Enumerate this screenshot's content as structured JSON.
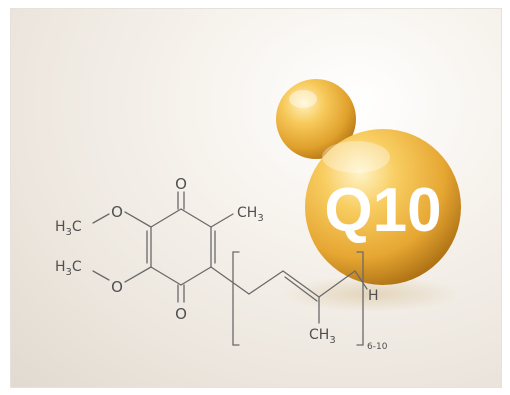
{
  "badge": {
    "text": "Q10"
  },
  "molecule": {
    "carbonyl_top": "O",
    "carbonyl_bottom": "O",
    "methoxy_top_carbon": "H",
    "methoxy_top_sub": "3",
    "methoxy_top_c": "C",
    "methoxy_top_o": "O",
    "methoxy_bottom_carbon": "H",
    "methoxy_bottom_sub": "3",
    "methoxy_bottom_c": "C",
    "methoxy_bottom_o": "O",
    "ring_methyl_c": "CH",
    "ring_methyl_sub": "3",
    "chain_methyl_c": "CH",
    "chain_methyl_sub": "3",
    "terminal_h": "H",
    "repeat_subscript": "6-10"
  },
  "colors": {
    "bond": "#6a6a6a",
    "sphere_light": "#ffe9a0",
    "sphere_mid": "#f0b53a",
    "sphere_dark": "#b8770f"
  }
}
